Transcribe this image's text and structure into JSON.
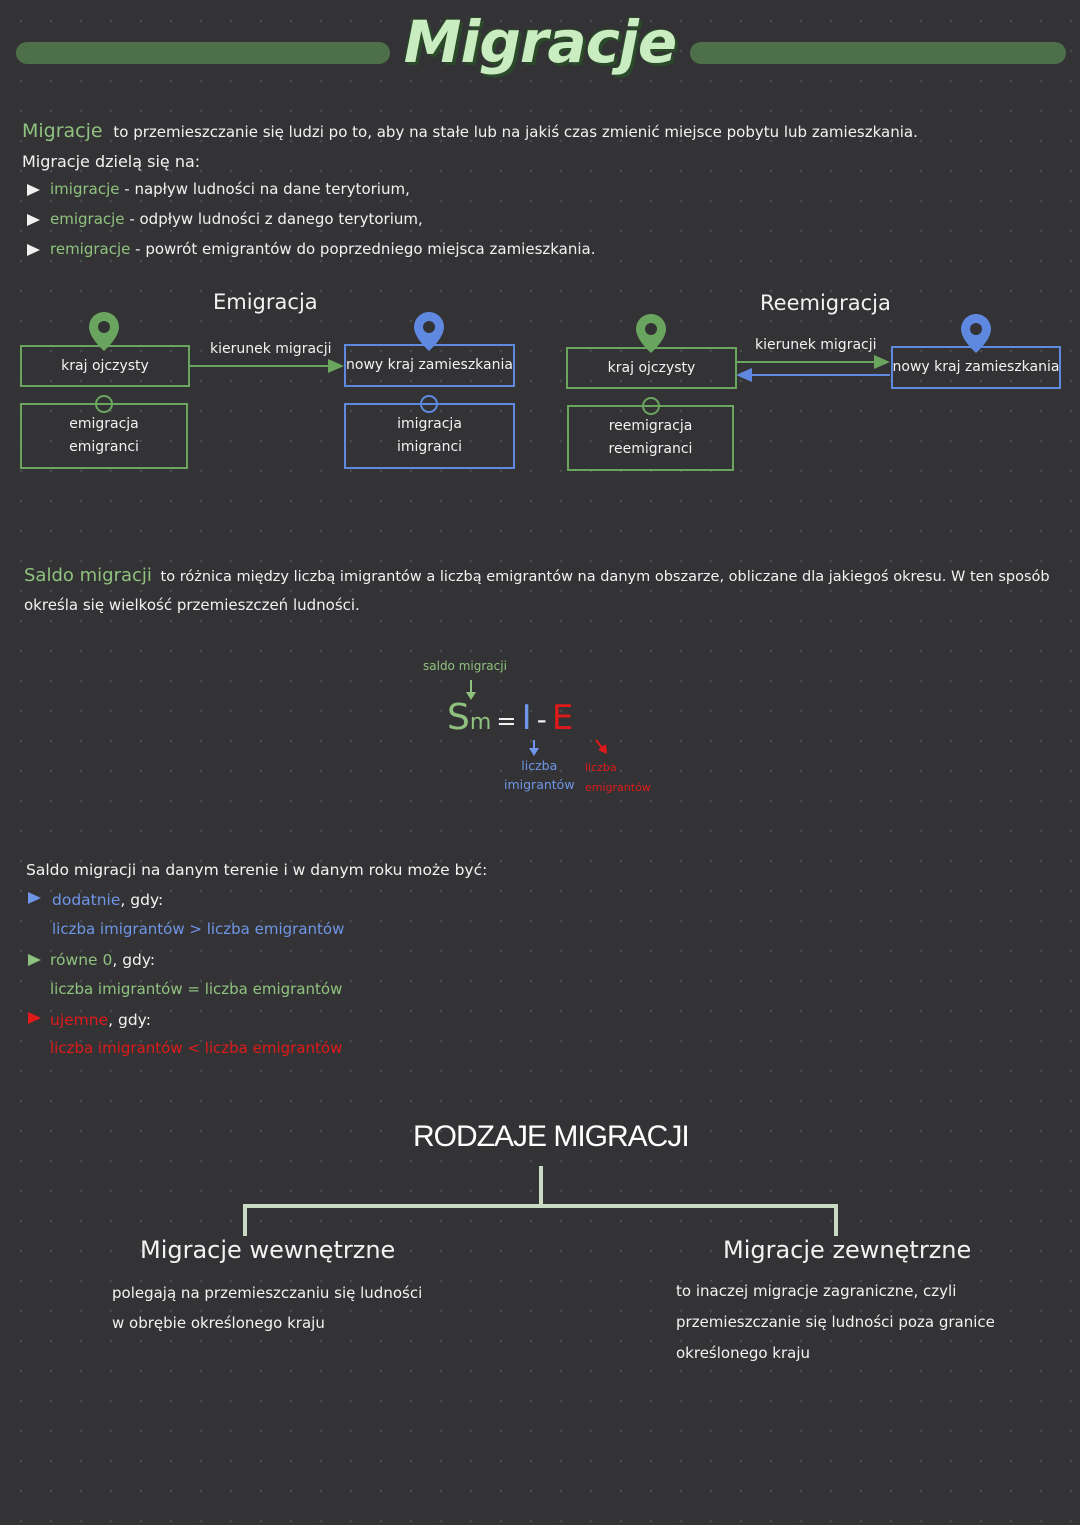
{
  "title": "Migracje",
  "intro": {
    "line1_term": "Migracje",
    "line1_rest": "to przemieszczanie się ludzi po to, aby na stałe lub na jakiś czas zmienić miejsce pobytu lub zamieszkania.",
    "line2": "Migracje dzielą się na:",
    "bullets": [
      {
        "term": "imigracje",
        "rest": "- napływ ludności na dane terytorium,"
      },
      {
        "term": "emigracje",
        "rest": "- odpływ ludności z danego terytorium,"
      },
      {
        "term": "remigracje",
        "rest": "- powrót emigrantów do poprzedniego miejsca zamieszkania."
      }
    ]
  },
  "diagram_emigracja": {
    "title": "Emigracja",
    "arrow_label": "kierunek migracji",
    "left_box": "kraj ojczysty",
    "left_sub": [
      "emigracja",
      "emigranci"
    ],
    "right_box": "nowy kraj zamieszkania",
    "right_sub": [
      "imigracja",
      "imigranci"
    ]
  },
  "diagram_reemigracja": {
    "title": "Reemigracja",
    "arrow_label": "kierunek migracji",
    "left_box": "kraj ojczysty",
    "left_sub": [
      "reemigracja",
      "reemigranci"
    ],
    "right_box": "nowy kraj zamieszkania"
  },
  "saldo": {
    "term": "Saldo migracji",
    "line1_rest": "to różnica między liczbą imigrantów a liczbą emigrantów na danym obszarze, obliczane dla jakiegoś okresu. W ten sposób",
    "line2": "określa się wielkość przemieszczeń ludności.",
    "formula_label": "saldo migracji",
    "formula_s": "S",
    "formula_m": "m",
    "formula_eq": "=",
    "formula_i": "I",
    "formula_minus": "-",
    "formula_e": "E",
    "label_i": [
      "liczba",
      "imigrantów"
    ],
    "label_e": [
      "liczba",
      "emigrantów"
    ]
  },
  "saldo_cases": {
    "intro": "Saldo migracji na danym terenie i w danym roku może być:",
    "items": [
      {
        "term": "dodatnie",
        "rest": ", gdy:",
        "condition": "liczba imigrantów > liczba emigrantów",
        "color": "#6f95e8"
      },
      {
        "term": "równe 0",
        "rest": ", gdy:",
        "condition": "liczba imigrantów = liczba emigrantów",
        "color": "#8fc27f"
      },
      {
        "term": "ujemne",
        "rest": ", gdy:",
        "condition": "liczba imigrantów < liczba emigrantów",
        "color": "#e01a1a"
      }
    ]
  },
  "types": {
    "heading": "RODZAJE MIGRACJI",
    "internal_title": "Migracje wewnętrzne",
    "internal_desc": [
      "polegają na przemieszczaniu się ludności",
      "w obrębie określonego kraju"
    ],
    "external_title": "Migracje zewnętrzne",
    "external_desc": [
      "to inaczej migracje zagraniczne, czyli",
      "przemieszczanie się ludności poza granice",
      "określonego kraju"
    ]
  },
  "colors": {
    "green": "#8fc27f",
    "box_green": "#6aa55f",
    "blue": "#6f95e8",
    "red": "#e01a1a",
    "bar": "#4d6f4a",
    "title": "#c9ecc0"
  }
}
